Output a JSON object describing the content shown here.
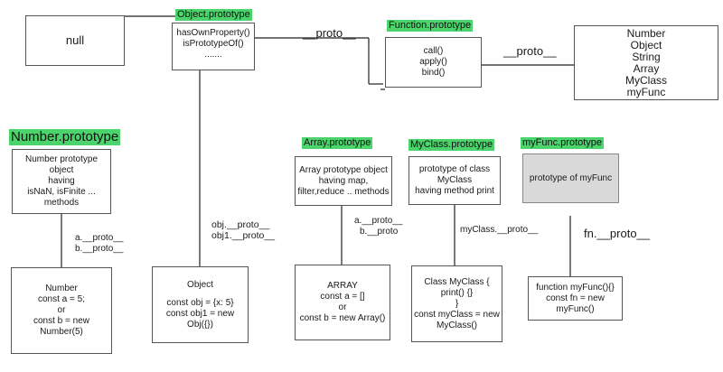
{
  "null_box": {
    "text": "null"
  },
  "object_prototype": {
    "label": "Object.prototype",
    "lines": [
      "hasOwnProperty()",
      "isPrototypeOf()",
      "......."
    ]
  },
  "function_prototype": {
    "label": "Function.prototype",
    "lines": [
      "call()",
      "apply()",
      "bind()"
    ]
  },
  "constructors_box": {
    "lines": [
      "Number",
      "Object",
      "String",
      "Array",
      "MyClass",
      "myFunc"
    ]
  },
  "number_prototype": {
    "label": "Number.prototype",
    "lines": [
      "Number prototype object",
      "having",
      "isNaN, isFinite ...",
      "methods"
    ]
  },
  "array_prototype": {
    "label": "Array.prototype",
    "lines": [
      "Array prototype object",
      "having map,",
      "filter,reduce .. methods"
    ]
  },
  "myclass_prototype": {
    "label": "MyClass.prototype",
    "lines": [
      "prototype of class",
      "MyClass",
      "having method print"
    ]
  },
  "myfunc_prototype": {
    "label": "myFunc.prototype",
    "lines": [
      "prototype of myFunc"
    ]
  },
  "number_instance": {
    "lines": [
      "Number",
      "const a = 5;",
      "or",
      "const b = new Number(5)"
    ]
  },
  "object_instance": {
    "lines": [
      "Object",
      "",
      "const obj = {x: 5}",
      "const obj1 = new Obj({})"
    ]
  },
  "array_instance": {
    "lines": [
      "ARRAY",
      "const a = []",
      "or",
      "const b = new Array()"
    ]
  },
  "myclass_instance": {
    "lines": [
      "Class MyClass {",
      "print() {}",
      "}",
      "const myClass = new",
      "MyClass()"
    ]
  },
  "myfunc_instance": {
    "lines": [
      "function myFunc(){}",
      "const fn = new",
      "myFunc()"
    ]
  },
  "edge_labels": {
    "object_to_function_proto": "__proto__",
    "function_to_constructors_proto": "__proto__",
    "number_instance_proto": [
      "a.__proto__",
      "b.__proto__"
    ],
    "object_instance_proto": [
      "obj.__proto__",
      "obj1.__proto__"
    ],
    "array_instance_proto": [
      "a.__proto__",
      "b.__proto"
    ],
    "myclass_instance_proto": "myClass.__proto__",
    "myfunc_instance_proto": "fn.__proto__"
  },
  "colors": {
    "label_background": "#4bd36c",
    "gray_box": "#d9d9d9",
    "line": "#222222"
  }
}
